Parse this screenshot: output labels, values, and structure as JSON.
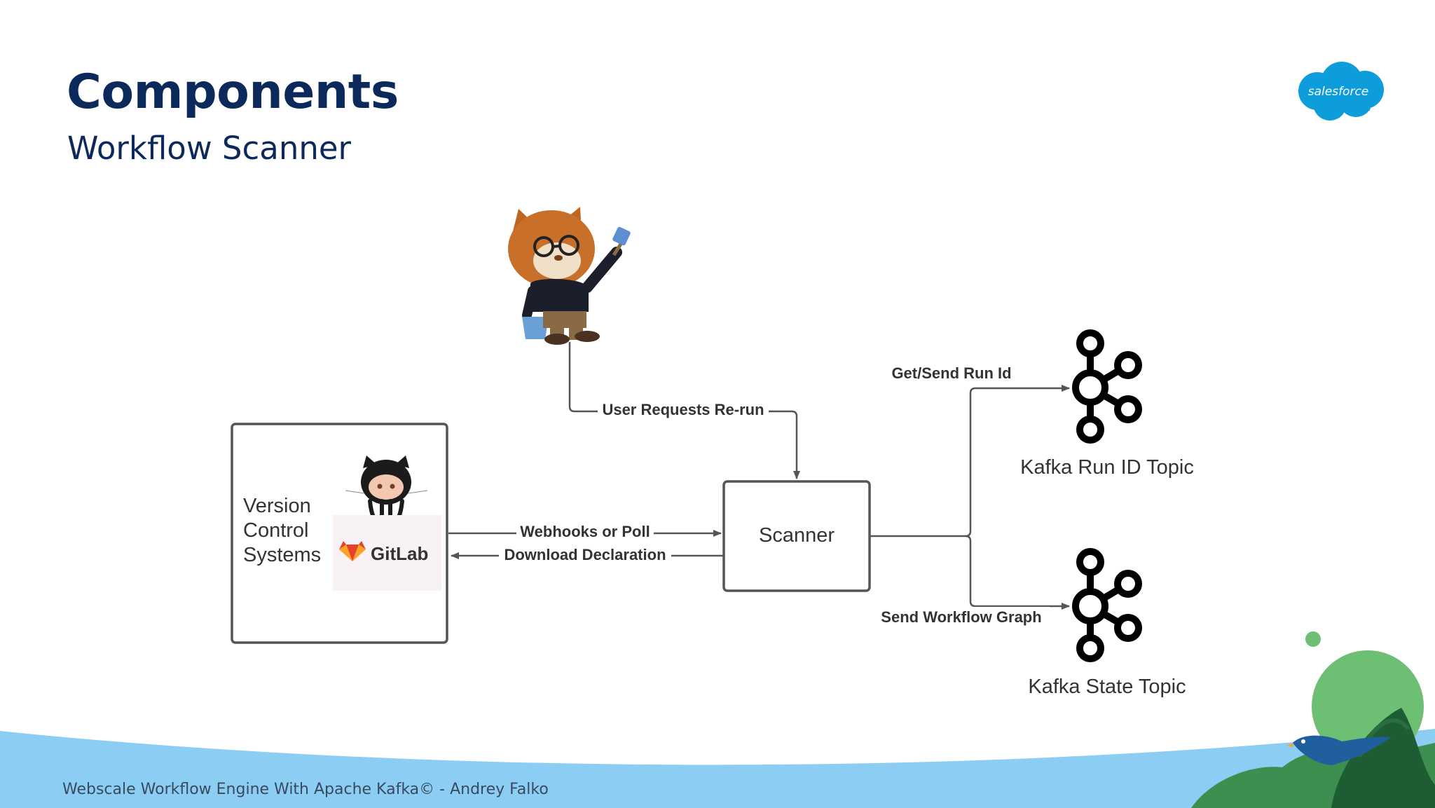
{
  "slide": {
    "title": "Components",
    "subtitle": "Workflow Scanner",
    "brand": "salesforce",
    "footer": "Webscale Workflow Engine With Apache Kafka© - Andrey Falko"
  },
  "diagram": {
    "vcs_label_lines": [
      "Version",
      "Control",
      "Systems"
    ],
    "gitlab_label": "GitLab",
    "scanner_label": "Scanner",
    "kafka_run_id_label": "Kafka Run ID Topic",
    "kafka_state_label": "Kafka State Topic",
    "edges": {
      "user_rerun": "User Requests Re-run",
      "webhooks": "Webhooks or Poll",
      "download": "Download Declaration",
      "run_id": "Get/Send Run Id",
      "workflow_graph": "Send Workflow Graph"
    }
  },
  "colors": {
    "title": "#0b2a5b",
    "brand_cloud": "#0d9dda",
    "wave": "#8ccdf4",
    "box_stroke": "#555555",
    "edge_stroke": "#555555",
    "kafka_icon": "#000000"
  },
  "icons": [
    "salesforce-logo-icon",
    "trailhead-mascot-icon",
    "github-octocat-icon",
    "gitlab-logo-icon",
    "kafka-icon"
  ]
}
